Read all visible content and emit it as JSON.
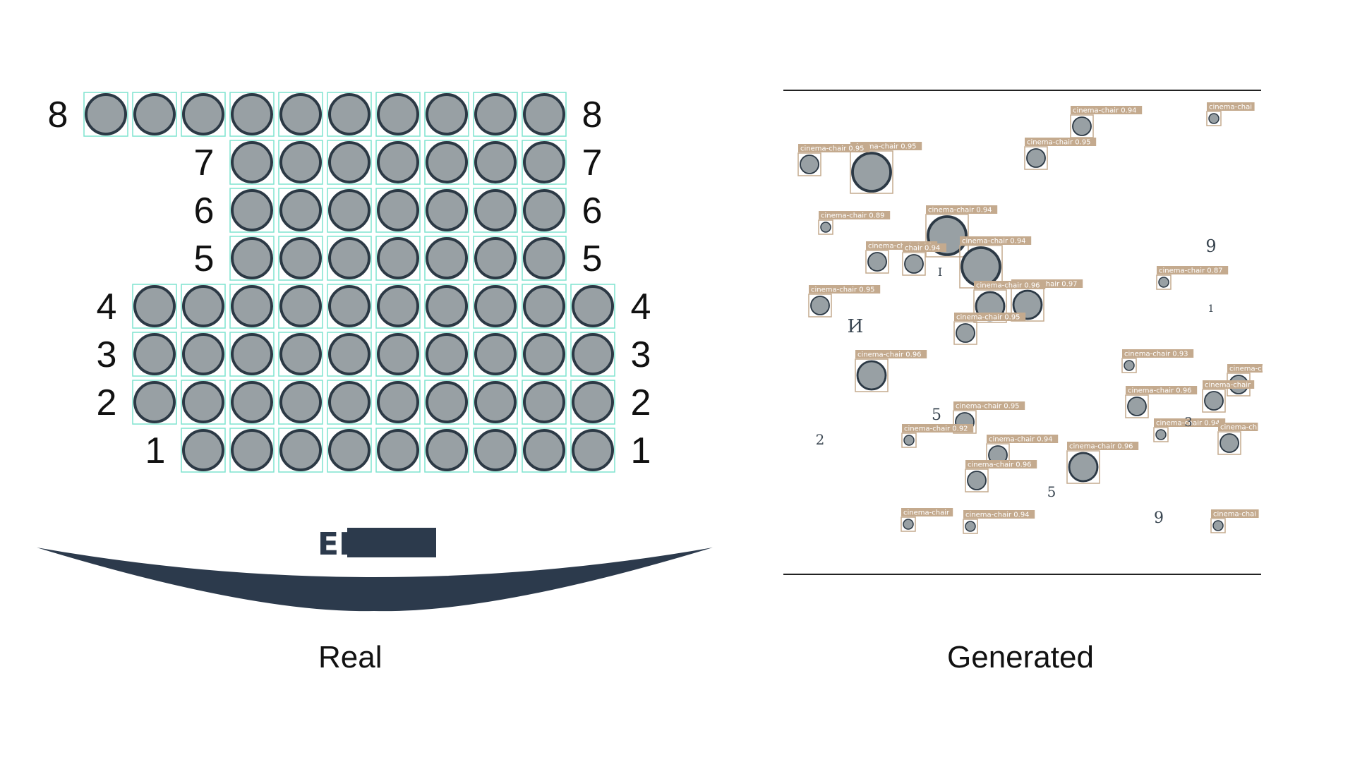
{
  "colors": {
    "seat_fill": "#98a0a4",
    "seat_stroke": "#2c3945",
    "box_outline": "#7fe3cf",
    "screen": "#2c3a4c",
    "det_box": "#c4aa8e",
    "det_label_bg": "#c4aa8e",
    "det_label_text": "#ffffff",
    "text": "#111111",
    "artifact_text": "#3a4651",
    "frame_line": "#222222"
  },
  "captions": {
    "real": "Real",
    "generated": "Generated"
  },
  "real_layout": {
    "screen_label": "EK",
    "rows": [
      {
        "label": "8",
        "seats": 10,
        "align": "left"
      },
      {
        "label": "7",
        "seats": 7,
        "align": "right"
      },
      {
        "label": "6",
        "seats": 7,
        "align": "right"
      },
      {
        "label": "5",
        "seats": 7,
        "align": "right"
      },
      {
        "label": "4",
        "seats": 10,
        "align": "right"
      },
      {
        "label": "3",
        "seats": 10,
        "align": "right"
      },
      {
        "label": "2",
        "seats": 10,
        "align": "right"
      },
      {
        "label": "1",
        "seats": 9,
        "align": "right"
      }
    ]
  },
  "generated": {
    "detections": [
      {
        "label": "cinema-chair 0.94",
        "seat": "small"
      },
      {
        "label": "cinema-chai",
        "seat": "tiny"
      },
      {
        "label": "cinema-chai",
        "seat": "small"
      },
      {
        "label": "cinema-chair 0.95",
        "seat": "large"
      },
      {
        "label": "cinema-chair 0.95",
        "seat": "small"
      },
      {
        "label": "cinema-chair 0.95",
        "seat": "small"
      },
      {
        "label": "cinema-chair 0.89",
        "seat": "tiny"
      },
      {
        "label": "cinema-chair 0.94",
        "seat": "large"
      },
      {
        "label": "cinema-chair 0.94",
        "seat": "large"
      },
      {
        "label": "cinema-chair 0.94",
        "seat": "small"
      },
      {
        "label": "chair 0.94",
        "seat": "small"
      },
      {
        "label": "cinema-chair 0.87",
        "seat": "tiny"
      },
      {
        "label": "cinema-chair 0.95",
        "seat": "small"
      },
      {
        "label": "cinema-chair 0.97",
        "seat": "medium"
      },
      {
        "label": "cinema-chair 0.96",
        "seat": "medium"
      },
      {
        "label": "cinema-chair 0.95",
        "seat": "small"
      },
      {
        "label": "cinema-chair 0.96",
        "seat": "medium"
      },
      {
        "label": "cinema-chair 0.93",
        "seat": "tiny"
      },
      {
        "label": "cinema-chair 0.96",
        "seat": "small"
      },
      {
        "label": "cinema-chair",
        "seat": "small"
      },
      {
        "label": "cinema-chair 0.95",
        "seat": "small"
      },
      {
        "label": "cinema-chair 0.92",
        "seat": "tiny"
      },
      {
        "label": "cinema-chair 0.94",
        "seat": "tiny"
      },
      {
        "label": "cinema-ch",
        "seat": "small"
      },
      {
        "label": "cinema-chair 0.94",
        "seat": "small"
      },
      {
        "label": "cinema-chair 0.96",
        "seat": "small"
      },
      {
        "label": "cinema-chair 0.96",
        "seat": "medium"
      },
      {
        "label": "cinema-chair",
        "seat": "tiny"
      },
      {
        "label": "cinema-chair 0.94",
        "seat": "tiny"
      },
      {
        "label": "cinema-chai",
        "seat": "tiny"
      }
    ],
    "artifact_glyphs": [
      "9",
      "1",
      "I",
      "И",
      "2",
      "5",
      "5",
      "9",
      "3"
    ]
  }
}
